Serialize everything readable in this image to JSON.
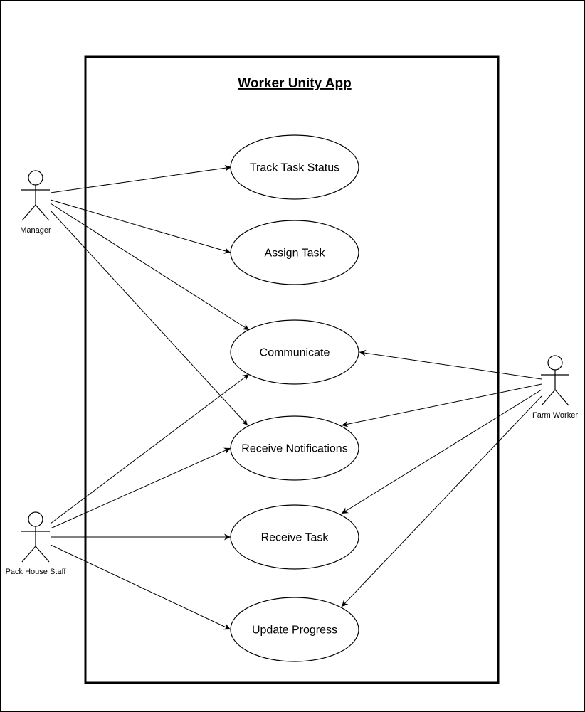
{
  "diagram": {
    "title": "Worker Unity App",
    "colors": {
      "stroke": "#000000",
      "fill": "#ffffff"
    },
    "actors": [
      {
        "id": "manager",
        "label": "Manager"
      },
      {
        "id": "pack-house-staff",
        "label": "Pack House Staff"
      },
      {
        "id": "farm-worker",
        "label": "Farm Worker"
      }
    ],
    "use_cases": [
      {
        "id": "track-task-status",
        "label": "Track Task Status"
      },
      {
        "id": "assign-task",
        "label": "Assign Task"
      },
      {
        "id": "communicate",
        "label": "Communicate"
      },
      {
        "id": "receive-notifications",
        "label": "Receive Notifications"
      },
      {
        "id": "receive-task",
        "label": "Receive Task"
      },
      {
        "id": "update-progress",
        "label": "Update Progress"
      }
    ],
    "associations": [
      {
        "from": "manager",
        "to": "track-task-status"
      },
      {
        "from": "manager",
        "to": "assign-task"
      },
      {
        "from": "manager",
        "to": "communicate"
      },
      {
        "from": "manager",
        "to": "receive-notifications"
      },
      {
        "from": "pack-house-staff",
        "to": "communicate"
      },
      {
        "from": "pack-house-staff",
        "to": "receive-notifications"
      },
      {
        "from": "pack-house-staff",
        "to": "receive-task"
      },
      {
        "from": "pack-house-staff",
        "to": "update-progress"
      },
      {
        "from": "farm-worker",
        "to": "communicate"
      },
      {
        "from": "farm-worker",
        "to": "receive-notifications"
      },
      {
        "from": "farm-worker",
        "to": "receive-task"
      },
      {
        "from": "farm-worker",
        "to": "update-progress"
      }
    ]
  }
}
